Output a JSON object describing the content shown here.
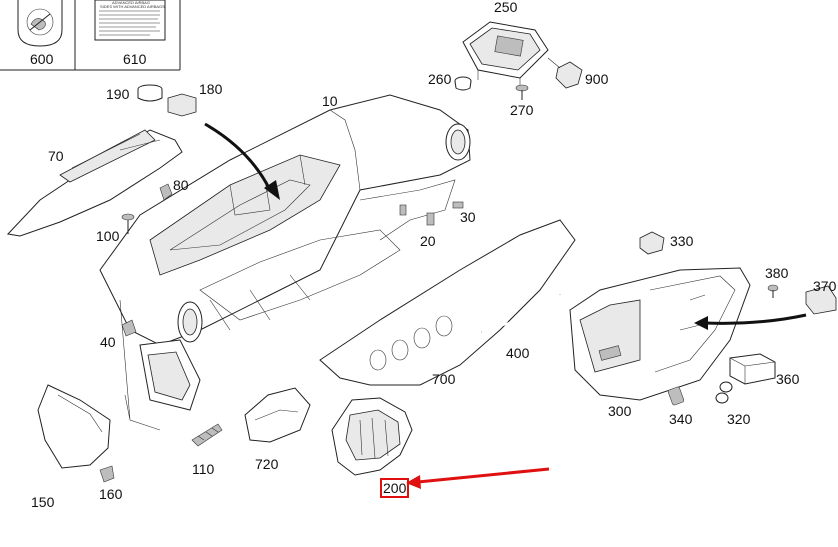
{
  "diagram": {
    "accent_color": "#e01010",
    "highlighted_part": "200",
    "parts": [
      {
        "id": "p600",
        "label": "600"
      },
      {
        "id": "p610",
        "label": "610"
      },
      {
        "id": "p250",
        "label": "250"
      },
      {
        "id": "p260",
        "label": "260"
      },
      {
        "id": "p270",
        "label": "270"
      },
      {
        "id": "p900",
        "label": "900"
      },
      {
        "id": "p190",
        "label": "190"
      },
      {
        "id": "p180",
        "label": "180"
      },
      {
        "id": "p10",
        "label": "10"
      },
      {
        "id": "p70",
        "label": "70"
      },
      {
        "id": "p80",
        "label": "80"
      },
      {
        "id": "p100",
        "label": "100"
      },
      {
        "id": "p30",
        "label": "30"
      },
      {
        "id": "p20",
        "label": "20"
      },
      {
        "id": "p330",
        "label": "330"
      },
      {
        "id": "p380",
        "label": "380"
      },
      {
        "id": "p370",
        "label": "370"
      },
      {
        "id": "p40",
        "label": "40"
      },
      {
        "id": "p400",
        "label": "400"
      },
      {
        "id": "p700",
        "label": "700"
      },
      {
        "id": "p360",
        "label": "360"
      },
      {
        "id": "p300",
        "label": "300"
      },
      {
        "id": "p340",
        "label": "340"
      },
      {
        "id": "p320",
        "label": "320"
      },
      {
        "id": "p110",
        "label": "110"
      },
      {
        "id": "p720",
        "label": "720"
      },
      {
        "id": "p200",
        "label": "200"
      },
      {
        "id": "p150",
        "label": "150"
      },
      {
        "id": "p160",
        "label": "160"
      }
    ],
    "label_card": {
      "title": "ADVANCED AIRBAG",
      "line1": "SIDES WITH ADVANCED AIRBAGS"
    }
  }
}
